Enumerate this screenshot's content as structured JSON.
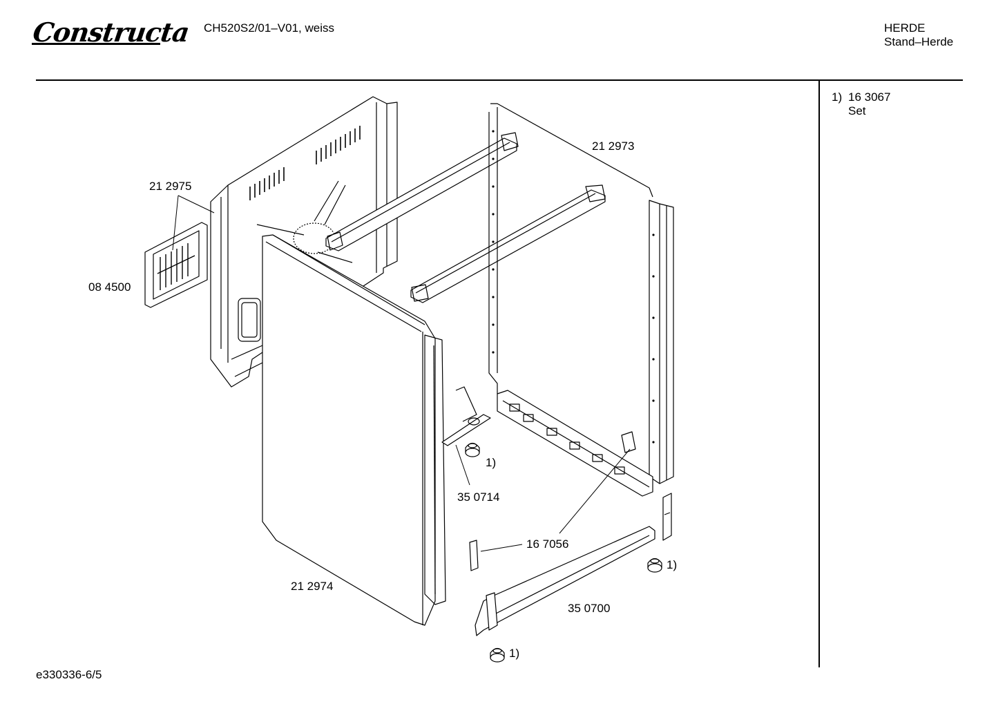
{
  "header": {
    "brand": "Constructa",
    "model": "CH520S2/01–V01, weiss",
    "category": "HERDE",
    "subcategory": "Stand–Herde"
  },
  "notes": [
    {
      "key": "1)",
      "part": "16 3067",
      "desc": "Set"
    }
  ],
  "parts": {
    "p212975": "21 2975",
    "p084500": "08 4500",
    "p212973": "21 2973",
    "p350714": "35 0714",
    "p167056": "16 7056",
    "p212974": "21 2974",
    "p350700": "35 0700",
    "ref1": "1)"
  },
  "footer": {
    "drawing_code": "e330336-6/5"
  }
}
